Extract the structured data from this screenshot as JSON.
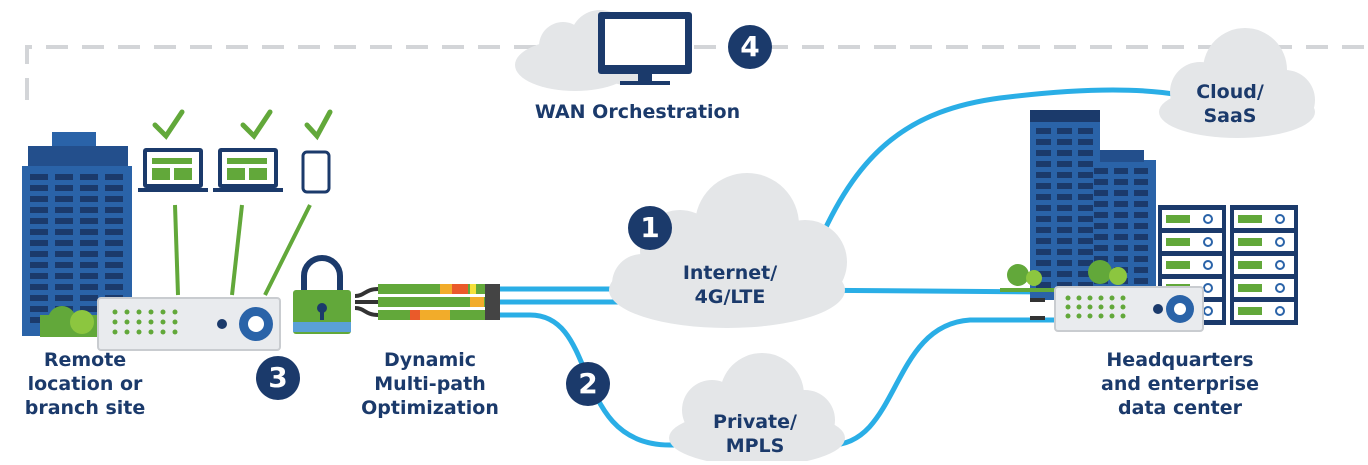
{
  "labels": {
    "wan_orchestration": "WAN Orchestration",
    "cloud_saas": [
      "Cloud/",
      "SaaS"
    ],
    "internet": [
      "Internet/",
      "4G/LTE"
    ],
    "private": [
      "Private/",
      "MPLS"
    ],
    "remote": [
      "Remote",
      "location or",
      "branch site"
    ],
    "dmo": [
      "Dynamic",
      "Multi-path",
      "Optimization"
    ],
    "hq": [
      "Headquarters",
      "and enterprise",
      "data center"
    ]
  },
  "badges": {
    "internet": "1",
    "private": "2",
    "branch": "3",
    "orchestration": "4"
  },
  "colors": {
    "navy": "#1b3a6b",
    "blue_line": "#2aaee6",
    "green": "#62a83a",
    "cloud": "#e4e6e8",
    "building": "#2a63a8"
  }
}
